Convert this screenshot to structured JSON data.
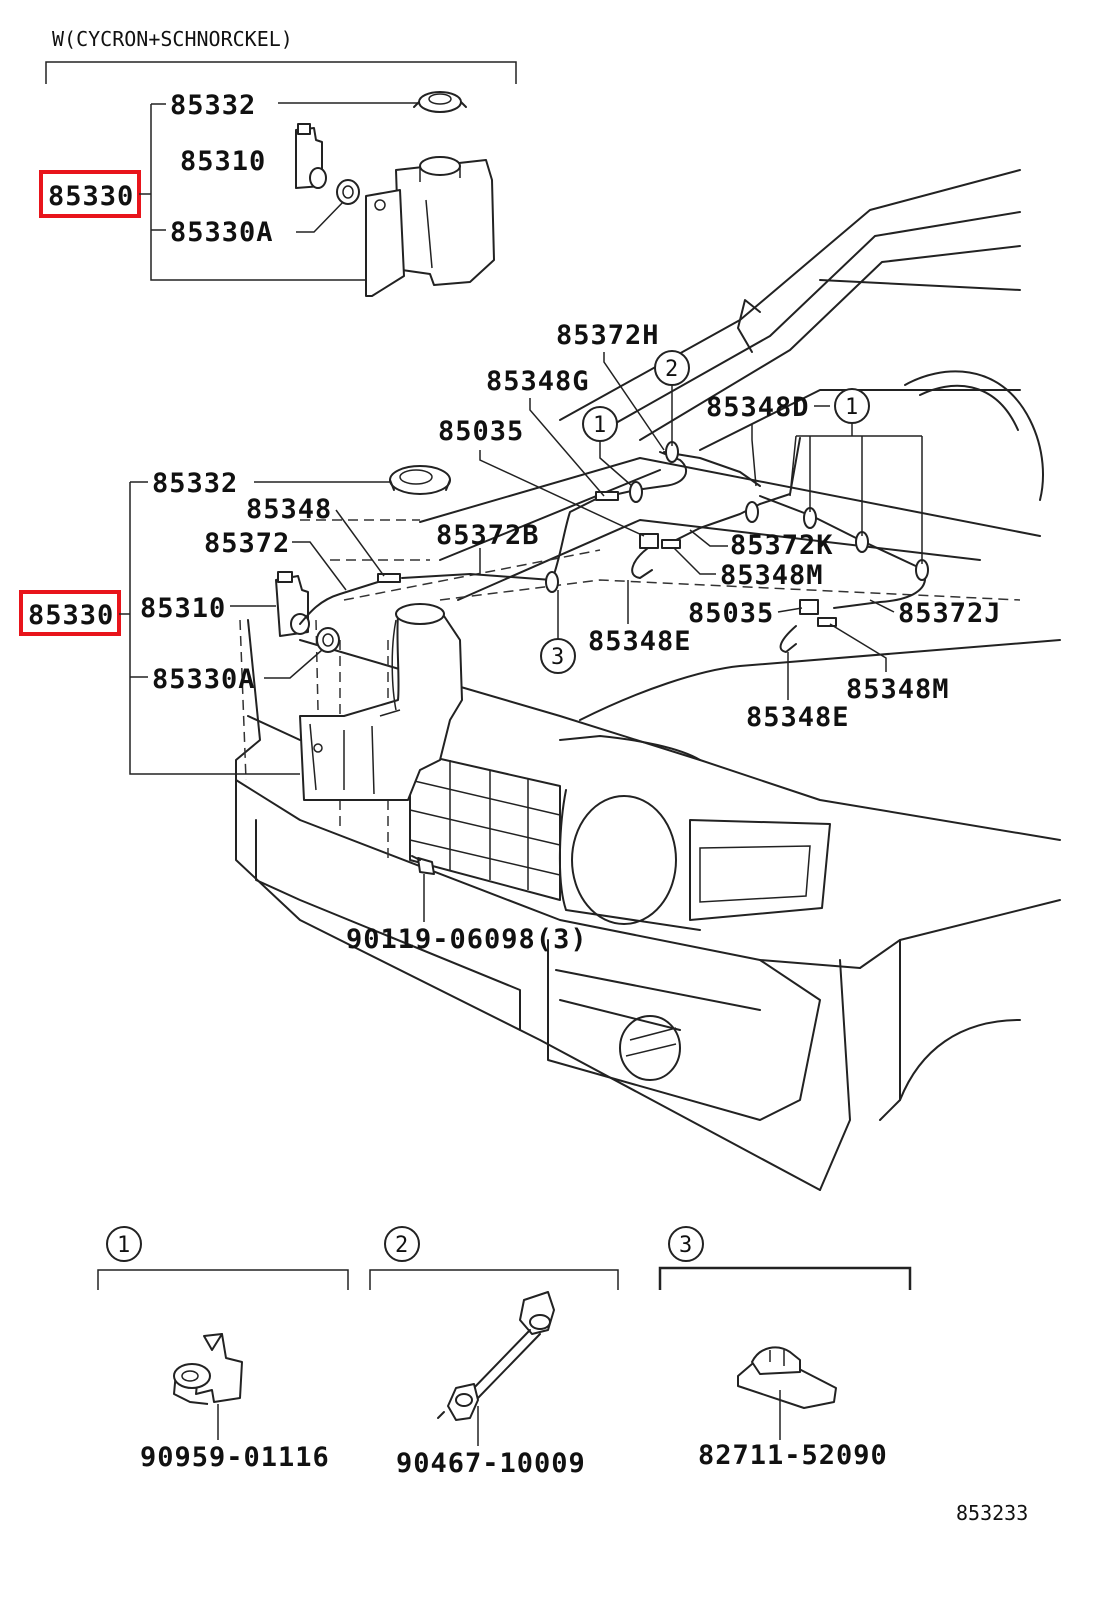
{
  "header": {
    "caption": "W(CYCRON+SCHNORCKEL)"
  },
  "colors": {
    "highlight": "#e8141b",
    "line": "#222222"
  },
  "top_group": {
    "assembly": "85330",
    "items": [
      "85332",
      "85310",
      "85330A"
    ]
  },
  "main_group": {
    "assembly": "85330",
    "items": [
      "85332",
      "85310",
      "85330A"
    ],
    "labels": {
      "p85348": "85348",
      "p85372": "85372",
      "p85372B": "85372B",
      "p85035a": "85035",
      "p85348G": "85348G",
      "p85372H": "85372H",
      "p85348D": "85348D",
      "p85372K": "85372K",
      "p85348Ma": "85348M",
      "p85348Ea": "85348E",
      "p85035b": "85035",
      "p85372J": "85372J",
      "p85348Mb": "85348M",
      "p85348Eb": "85348E",
      "bolt": "90119-06098(3)"
    },
    "callouts": {
      "c1a": "1",
      "c2": "2",
      "c1b": "1",
      "c3": "3"
    }
  },
  "details": [
    {
      "ref": "1",
      "part": "90959-01116"
    },
    {
      "ref": "2",
      "part": "90467-10009"
    },
    {
      "ref": "3",
      "part": "82711-52090"
    }
  ],
  "footer": {
    "diagram_id": "853233"
  }
}
